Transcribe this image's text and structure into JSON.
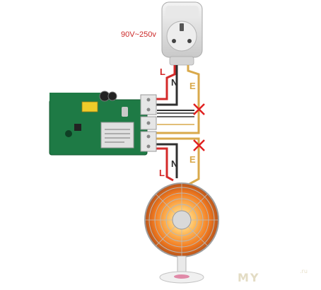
{
  "supply": {
    "voltage_label": "90V~250v"
  },
  "wires_top": {
    "live": "L",
    "neutral": "N",
    "earth": "E"
  },
  "wires_bottom": {
    "live": "L",
    "neutral": "N",
    "earth": "E"
  },
  "colors": {
    "live": "#d42a2a",
    "neutral": "#303030",
    "earth": "#d9a94b",
    "pcb": "#1e7a45",
    "cross": "#e02020"
  },
  "icons": {
    "socket": "power-socket-icon",
    "heater": "electric-heater-icon",
    "cross": "cross-mark-icon"
  },
  "watermark": {
    "text": "MY",
    "suffix": ".ru"
  }
}
